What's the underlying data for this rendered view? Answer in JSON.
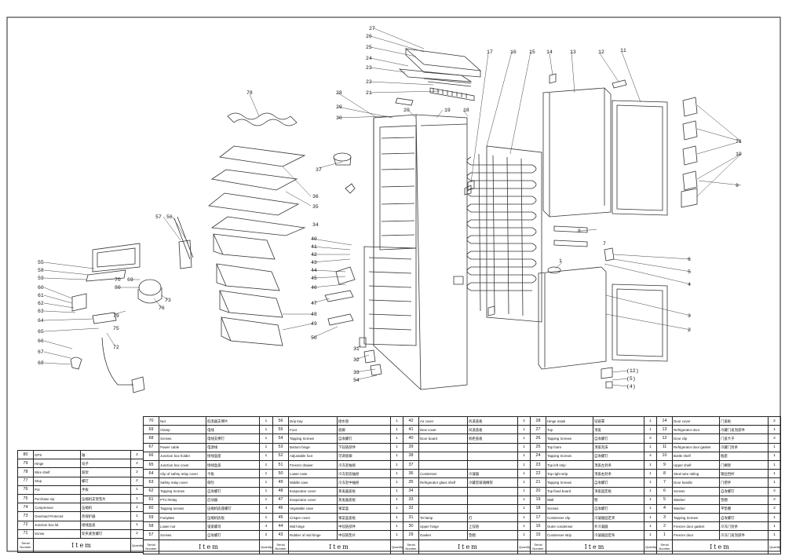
{
  "callouts": [
    {
      "n": "27"
    },
    {
      "n": "26"
    },
    {
      "n": "25"
    },
    {
      "n": "24"
    },
    {
      "n": "23"
    },
    {
      "n": "22"
    },
    {
      "n": "21"
    },
    {
      "n": "20"
    },
    {
      "n": "19"
    },
    {
      "n": "18"
    },
    {
      "n": "17"
    },
    {
      "n": "16"
    },
    {
      "n": "15"
    },
    {
      "n": "14"
    },
    {
      "n": "13"
    },
    {
      "n": "12"
    },
    {
      "n": "11"
    },
    {
      "n": "78"
    },
    {
      "n": "28"
    },
    {
      "n": "29"
    },
    {
      "n": "30"
    },
    {
      "n": "37"
    },
    {
      "n": "36"
    },
    {
      "n": "35"
    },
    {
      "n": "34"
    },
    {
      "n": "57"
    },
    {
      "n": "56"
    },
    {
      "n": "40"
    },
    {
      "n": "41"
    },
    {
      "n": "42"
    },
    {
      "n": "43"
    },
    {
      "n": "44"
    },
    {
      "n": "45"
    },
    {
      "n": "46"
    },
    {
      "n": "47"
    },
    {
      "n": "48"
    },
    {
      "n": "49"
    },
    {
      "n": "50"
    },
    {
      "n": "31"
    },
    {
      "n": "32"
    },
    {
      "n": "33"
    },
    {
      "n": "54"
    },
    {
      "n": "55"
    },
    {
      "n": "58"
    },
    {
      "n": "59"
    },
    {
      "n": "60"
    },
    {
      "n": "61"
    },
    {
      "n": "62"
    },
    {
      "n": "63"
    },
    {
      "n": "64"
    },
    {
      "n": "65"
    },
    {
      "n": "66"
    },
    {
      "n": "67"
    },
    {
      "n": "68"
    },
    {
      "n": "69"
    },
    {
      "n": "70"
    },
    {
      "n": "80"
    },
    {
      "n": "79"
    },
    {
      "n": "73"
    },
    {
      "n": "76"
    },
    {
      "n": "75"
    },
    {
      "n": "72"
    },
    {
      "n": "71"
    },
    {
      "n": "10"
    },
    {
      "n": "9"
    },
    {
      "n": "8"
    },
    {
      "n": "7"
    },
    {
      "n": "6"
    },
    {
      "n": "5"
    },
    {
      "n": "4"
    },
    {
      "n": "3"
    },
    {
      "n": "2"
    },
    {
      "n": "1"
    },
    {
      "n": "(12)"
    },
    {
      "n": "(5)"
    },
    {
      "n": "(4)"
    },
    {
      "n": "(3)"
    }
  ],
  "bom": [
    {
      "rows": [
        [
          "80",
          "GPS",
          "轴",
          "2"
        ],
        [
          "79",
          "Hinge",
          "铰子",
          "2"
        ],
        [
          "78",
          "Wire shelf",
          "玻架",
          "2"
        ],
        [
          "77",
          "Stop",
          "螺钉",
          "2"
        ],
        [
          "76",
          "Pot",
          "手板",
          "1"
        ],
        [
          "75",
          "Purchase sip",
          "压缩机支架垫片",
          "1"
        ],
        [
          "74",
          "Compressor",
          "压缩机",
          "1"
        ],
        [
          "73",
          "Overload Protector",
          "热保护器",
          "1"
        ],
        [
          "72",
          "Junction box lid",
          "接线盒盖",
          "1"
        ],
        [
          "71",
          "Screw",
          "轮夹紧金螺钉",
          "1"
        ]
      ]
    },
    {
      "rows": [
        [
          "70",
          "Nut",
          "低温器支撑片",
          "1"
        ],
        [
          "69",
          "Clamp",
          "电线",
          "1"
        ],
        [
          "68",
          "Screws",
          "电线支撑钉",
          "1"
        ],
        [
          "67",
          "Power cable",
          "电源线",
          "1"
        ],
        [
          "66",
          "Junction box holder",
          "接线盒座",
          "1"
        ],
        [
          "65",
          "Junction box cover",
          "接线盒盖",
          "1"
        ],
        [
          "64",
          "Clip of safety relay cover",
          "卡板",
          "1"
        ],
        [
          "63",
          "Safety relay cover",
          "保险",
          "1"
        ],
        [
          "62",
          "Tapping Screws",
          "自攻螺钉",
          "1"
        ],
        [
          "61",
          "PTC-Relay",
          "启动器",
          "1"
        ],
        [
          "60",
          "Tapping screws",
          "压缩机底座螺钉",
          "4"
        ],
        [
          "59",
          "Foinplate",
          "压缩机底板",
          "1"
        ],
        [
          "58",
          "Lower nut",
          "锁紧螺母",
          "4"
        ],
        [
          "57",
          "Screws",
          "自攻螺钉",
          "2"
        ]
      ]
    },
    {
      "rows": [
        [
          "56",
          "Drip tray",
          "接水盘",
          "1"
        ],
        [
          "55",
          "Foot",
          "底脚",
          "1"
        ],
        [
          "54",
          "Tapping Screws",
          "自攻螺钉",
          "1"
        ],
        [
          "53",
          "Bottom hinge",
          "下铰链部件",
          "1"
        ],
        [
          "52",
          "Adjustable foot",
          "可调底脚",
          "1"
        ],
        [
          "51",
          "Freezer drawer",
          "冷冻室抽屉",
          "1"
        ],
        [
          "50",
          "Lower case",
          "冷冻室底抽屉",
          "1"
        ],
        [
          "49",
          "Middle case",
          "冷冻室中抽屉",
          "1"
        ],
        [
          "48",
          "Evaporator cover",
          "蒸发器盖板",
          "1"
        ],
        [
          "47",
          "Evaporator cover",
          "蒸发器盖板",
          "1"
        ],
        [
          "46",
          "Vegetable case",
          "果菜盒",
          "1"
        ],
        [
          "45",
          "Crisper cover",
          "果菜盒盖板",
          "1"
        ],
        [
          "44",
          "Mid hinge",
          "中铰链部件",
          "1"
        ],
        [
          "43",
          "Rubber of mid hinge",
          "中铰链垫片",
          "1"
        ]
      ]
    },
    {
      "rows": [
        [
          "42",
          "Air cover",
          "风道盖板",
          "2"
        ],
        [
          "41",
          "Dew cover",
          "风道盖板",
          "1"
        ],
        [
          "40",
          "Door board",
          "机柜盖板",
          "1"
        ],
        [
          "39",
          "",
          "",
          "1"
        ],
        [
          "38",
          "",
          "",
          "1"
        ],
        [
          "37",
          "",
          "",
          "1"
        ],
        [
          "36",
          "Condenser",
          "冷凝器",
          "1"
        ],
        [
          "35",
          "Refrigerator glass shelf",
          "冷藏室玻璃搁架",
          "1"
        ],
        [
          "34",
          "",
          "",
          "1"
        ],
        [
          "33",
          "",
          "",
          "1"
        ],
        [
          "32",
          "",
          "",
          "1"
        ],
        [
          "31",
          "Tel lamp",
          "灯",
          "1"
        ],
        [
          "30",
          "Upper hinge",
          "上铰链",
          "1"
        ],
        [
          "29",
          "Gasket",
          "垫圈",
          "1"
        ]
      ]
    },
    {
      "rows": [
        [
          "28",
          "Hinge mask",
          "铰链罩",
          "1"
        ],
        [
          "27",
          "Top",
          "顶盖",
          "1"
        ],
        [
          "26",
          "Tapping Screws",
          "自攻螺钉",
          "2"
        ],
        [
          "25",
          "Top foam",
          "顶盖泡沫",
          "1"
        ],
        [
          "24",
          "Tapping Screws",
          "自攻螺钉",
          "4"
        ],
        [
          "23",
          "Top left strip",
          "顶盖左封条",
          "1"
        ],
        [
          "22",
          "Top right strip",
          "顶盖右封条",
          "1"
        ],
        [
          "21",
          "Tapping Screws",
          "自攻螺钉",
          "1"
        ],
        [
          "20",
          "Top fixed board",
          "顶盖固定板",
          "1"
        ],
        [
          "19",
          "Wall",
          "壁",
          "1"
        ],
        [
          "18",
          "Screws",
          "自攻螺钉",
          "1"
        ],
        [
          "17",
          "Condenser clip",
          "冷凝器固定夹",
          "1"
        ],
        [
          "16",
          "Outer condenser",
          "外冷凝器",
          "1"
        ],
        [
          "15",
          "Condenser strip",
          "冷凝器固定条",
          "1"
        ]
      ]
    },
    {
      "rows": [
        [
          "14",
          "Door cover",
          "门盖板",
          "2"
        ],
        [
          "13",
          "Refrigerator door",
          "冷藏门发泡部件",
          "1"
        ],
        [
          "12",
          "Door clip",
          "门盖卡子",
          "2"
        ],
        [
          "11",
          "Refrigerator door gasket",
          "冷藏门封条",
          "1"
        ],
        [
          "10",
          "Bottle shelf",
          "瓶座",
          "1"
        ],
        [
          "9",
          "Upper shelf",
          "门搁架",
          "1"
        ],
        [
          "8",
          "Steel wire railing",
          "钢丝挡杆",
          "1"
        ],
        [
          "7",
          "Door handle",
          "门把手",
          "1"
        ],
        [
          "6",
          "Screws",
          "自攻螺钉",
          "4"
        ],
        [
          "5",
          "Washer",
          "垫圈",
          "2"
        ],
        [
          "4",
          "Washer",
          "平垫圈",
          "2"
        ],
        [
          "3",
          "Tapping Screws",
          "自攻螺钉",
          "1"
        ],
        [
          "2",
          "Freezer door gasket",
          "冷冻门封条",
          "1"
        ],
        [
          "1",
          "Freezer door",
          "冷冻门发泡部件",
          "1"
        ]
      ]
    }
  ],
  "header": {
    "serial": "Serial Number",
    "item": "Item",
    "quantity": "Quantity"
  }
}
